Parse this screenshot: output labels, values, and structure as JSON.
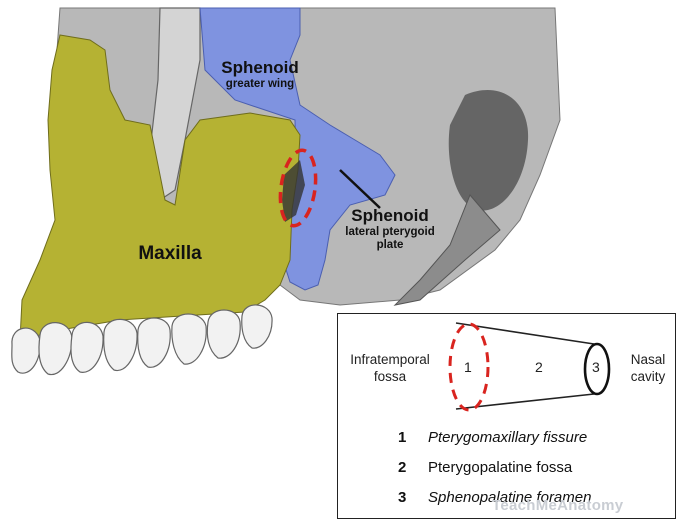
{
  "labels": {
    "sphenoid_top": "Sphenoid",
    "greater_wing": "greater wing",
    "sphenoid_side": "Sphenoid",
    "lateral_pterygoid": "lateral pterygoid",
    "plate": "plate",
    "maxilla": "Maxilla"
  },
  "legend": {
    "left_label_line1": "Infratemporal",
    "left_label_line2": "fossa",
    "right_label_line1": "Nasal",
    "right_label_line2": "cavity",
    "num1": "1",
    "num2": "2",
    "num3": "3",
    "items": [
      {
        "num": "1",
        "text": "Pterygomaxillary fissure"
      },
      {
        "num": "2",
        "text": "Pterygopalatine fossa"
      },
      {
        "num": "3",
        "text": "Sphenopalatine foramen"
      }
    ]
  },
  "watermark": "TeachMeAnatomy",
  "colors": {
    "maxilla": "#b5b233",
    "sphenoid": "#7f93e0",
    "fissure_outline": "#d9241f",
    "bone": "#a9a9a9"
  }
}
